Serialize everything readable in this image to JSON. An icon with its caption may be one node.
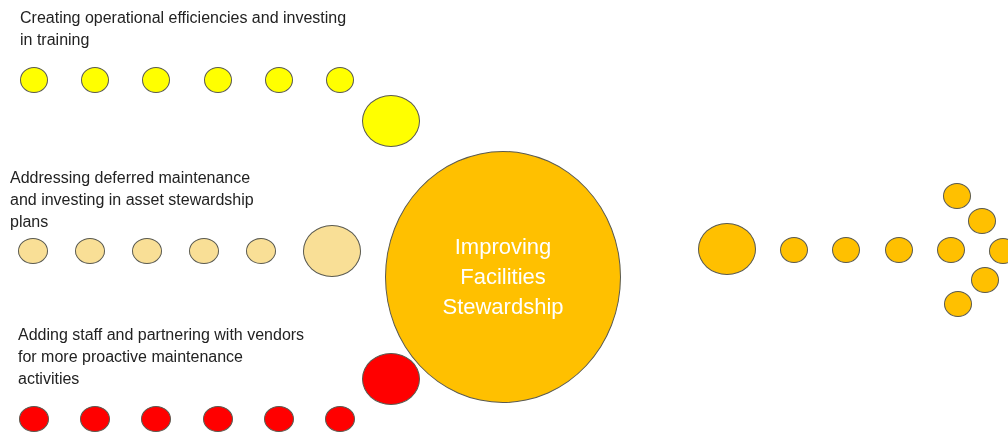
{
  "diagram": {
    "nodes": [
      {
        "text": [],
        "shape": "circle"
      },
      {
        "text": [],
        "shape": "circle"
      },
      {
        "text": [],
        "shape": "circle"
      },
      {
        "text": [],
        "shape": "circle"
      },
      {
        "text": [],
        "shape": "circle"
      },
      {
        "text": [],
        "shape": "circle"
      },
      {
        "text": [],
        "shape": "circle"
      },
      {
        "text": [],
        "shape": "circle"
      },
      {
        "text": [],
        "shape": "circle"
      },
      {
        "text": [],
        "shape": "circle"
      },
      {
        "text": [],
        "shape": "circle"
      },
      {
        "text": [],
        "shape": "circle"
      },
      {
        "text": [],
        "shape": "circle"
      },
      {
        "text": [
          "Improving Facilities Stewardship"
        ]
      },
      {
        "text": [],
        "shape": "circle"
      },
      {
        "text": [],
        "shape": "circle"
      },
      {
        "text": [],
        "shape": "circle"
      },
      {
        "text": [],
        "shape": "circle"
      },
      {
        "text": [],
        "shape": "circle"
      },
      {
        "text": [],
        "shape": "circle"
      },
      {
        "text": [],
        "shape": "circle"
      },
      {
        "text": [],
        "shape": "circle"
      },
      {
        "text": [],
        "shape": "circle"
      },
      {
        "text": [],
        "shape": "circle"
      },
      {
        "text": [],
        "shape": "circle"
      },
      {
        "text": [],
        "shape": "circle"
      },
      {
        "text": [],
        "shape": "circle"
      },
      {
        "text": [],
        "shape": "circle"
      },
      {
        "text": [],
        "shape": "circle"
      },
      {
        "text": [],
        "shape": "circle"
      },
      {
        "text": [],
        "shape": "circle"
      }
    ],
    "labels": [
      "Creating operational efficiencies and investing in training",
      "Addressing deferred maintenance and investing in asset stewardship plans",
      "Adding staff and partnering with vendors for more proactive maintenance activities"
    ]
  }
}
